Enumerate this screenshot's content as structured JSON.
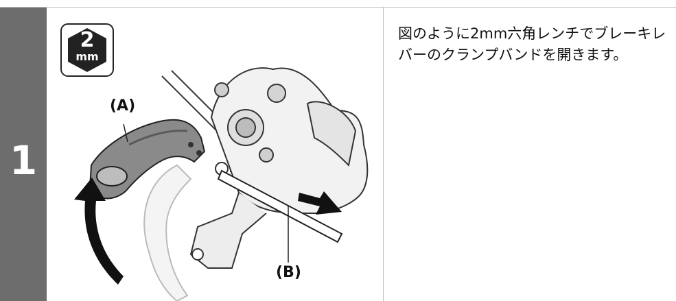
{
  "step": {
    "number": "1"
  },
  "tool_badge": {
    "size_value": "2",
    "size_unit": "mm",
    "icon": "hex-wrench-size-icon"
  },
  "labels": {
    "a": "(A)",
    "b": "(B)"
  },
  "instruction": {
    "text": "図のように2mm六角レンチでブレーキレバーのクランプバンドを開きます。"
  },
  "colors": {
    "step_bar": "#6d6d6d",
    "badge": "#222222",
    "rule": "#bdbdbd"
  }
}
